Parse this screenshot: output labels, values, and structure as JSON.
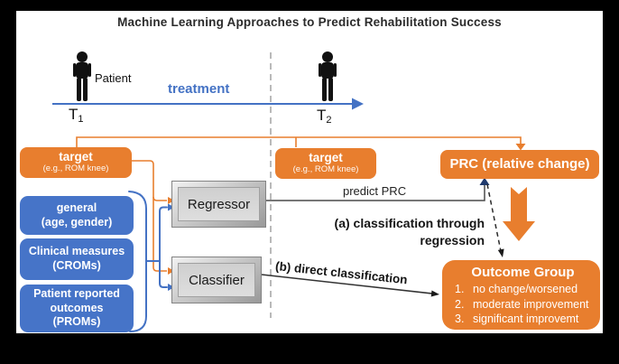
{
  "title": "Machine Learning Approaches to Predict Rehabilitation Success",
  "timeline": {
    "patient": "Patient",
    "treatment": "treatment",
    "t1": {
      "base": "T",
      "sub": "1"
    },
    "t2": {
      "base": "T",
      "sub": "2"
    }
  },
  "target1": {
    "title": "target",
    "subtitle": "(e.g., ROM knee)"
  },
  "target2": {
    "title": "target",
    "subtitle": "(e.g., ROM knee)"
  },
  "prc": {
    "label": "PRC (relative change)"
  },
  "models": {
    "regressor": "Regressor",
    "classifier": "Classifier"
  },
  "features": [
    {
      "line1": "general",
      "line2": "(age, gender)"
    },
    {
      "line1": "Clinical measures",
      "line2": "(CROMs)"
    },
    {
      "line1": "Patient reported",
      "line2": "outcomes",
      "line3": "(PROMs)"
    }
  ],
  "outcome": {
    "title": "Outcome Group",
    "items": [
      {
        "num": "1.",
        "text": "no change/worsened"
      },
      {
        "num": "2.",
        "text": "moderate improvement"
      },
      {
        "num": "3.",
        "text": "significant improvemt"
      }
    ]
  },
  "labels": {
    "predict_prc": "predict PRC",
    "path_a_line1": "(a) classification through",
    "path_a_line2": "regression",
    "path_b": "(b) direct classification"
  },
  "colors": {
    "orange": "#E87E2E",
    "blue": "#4674C8",
    "blue-line": "#4472C4",
    "gray-face": "#D7D7D7",
    "ink": "#1F1F1F",
    "divider": "#A8A8A8",
    "navy": "#1F3A6E"
  }
}
